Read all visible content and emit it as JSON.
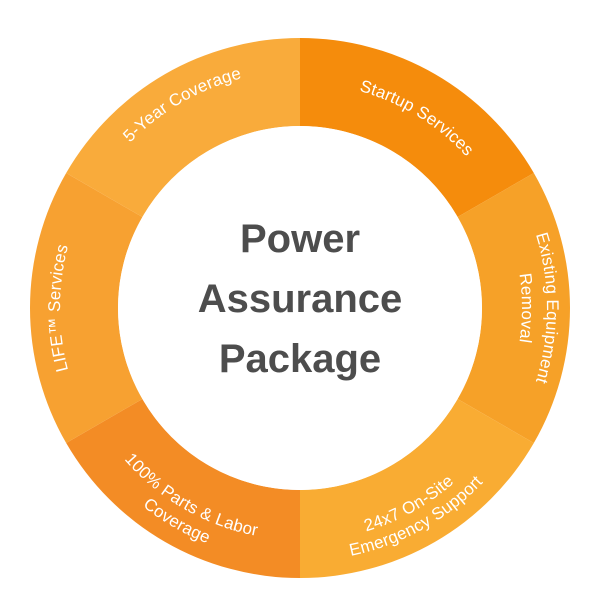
{
  "center": {
    "line1": "Power",
    "line2": "Assurance",
    "line3": "Package"
  },
  "segments": [
    {
      "lines": [
        "Startup Services"
      ],
      "color": "#f58c0c"
    },
    {
      "lines": [
        "Existing Equipment",
        "Removal"
      ],
      "color": "#f6a128"
    },
    {
      "lines": [
        "24x7 On-Site",
        "Emergency Support"
      ],
      "color": "#f9ac33"
    },
    {
      "lines": [
        "100%  Parts & Labor",
        "Coverage"
      ],
      "color": "#f38c25"
    },
    {
      "lines": [
        "LIFE™ Services"
      ],
      "color": "#f7a131"
    },
    {
      "lines": [
        "5-Year Coverage"
      ],
      "color": "#f9ab3b"
    }
  ]
}
